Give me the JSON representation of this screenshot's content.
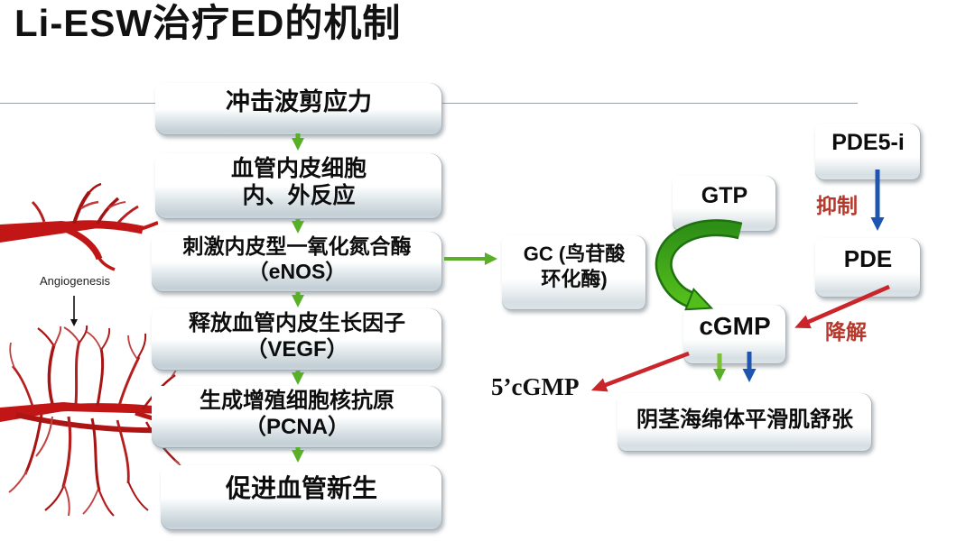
{
  "title": "Li-ESW治疗ED的机制",
  "colors": {
    "green_arrow": "#5aaf28",
    "blue_arrow": "#1d55b0",
    "red_arrow": "#c9252b",
    "red_label": "#b5382a",
    "box_fill_bottom": "#c3ced5",
    "vessel_red": "#c21616"
  },
  "flow": {
    "boxes": [
      {
        "line1": "冲击波剪应力",
        "line2": ""
      },
      {
        "line1": "血管内皮细胞",
        "line2": "内、外反应"
      },
      {
        "line1": "刺激内皮型一氧化氮合酶",
        "line2": "（eNOS）"
      },
      {
        "line1": "释放血管内皮生长因子",
        "line2": "（VEGF）"
      },
      {
        "line1": "生成增殖细胞核抗原",
        "line2": "（PCNA）"
      },
      {
        "line1": "促进血管新生",
        "line2": ""
      }
    ]
  },
  "pathway": {
    "gc_line1": "GC (鸟苷酸",
    "gc_line2": "环化酶)",
    "gtp": "GTP",
    "cgmp": "cGMP",
    "pde5i": "PDE5-i",
    "pde": "PDE",
    "inhibit": "抑制",
    "degrade": "降解",
    "five_cgmp": "5’cGMP",
    "smooth_muscle": "阴茎海绵体平滑肌舒张"
  },
  "left_panel": {
    "angiogenesis": "Angiogenesis"
  }
}
